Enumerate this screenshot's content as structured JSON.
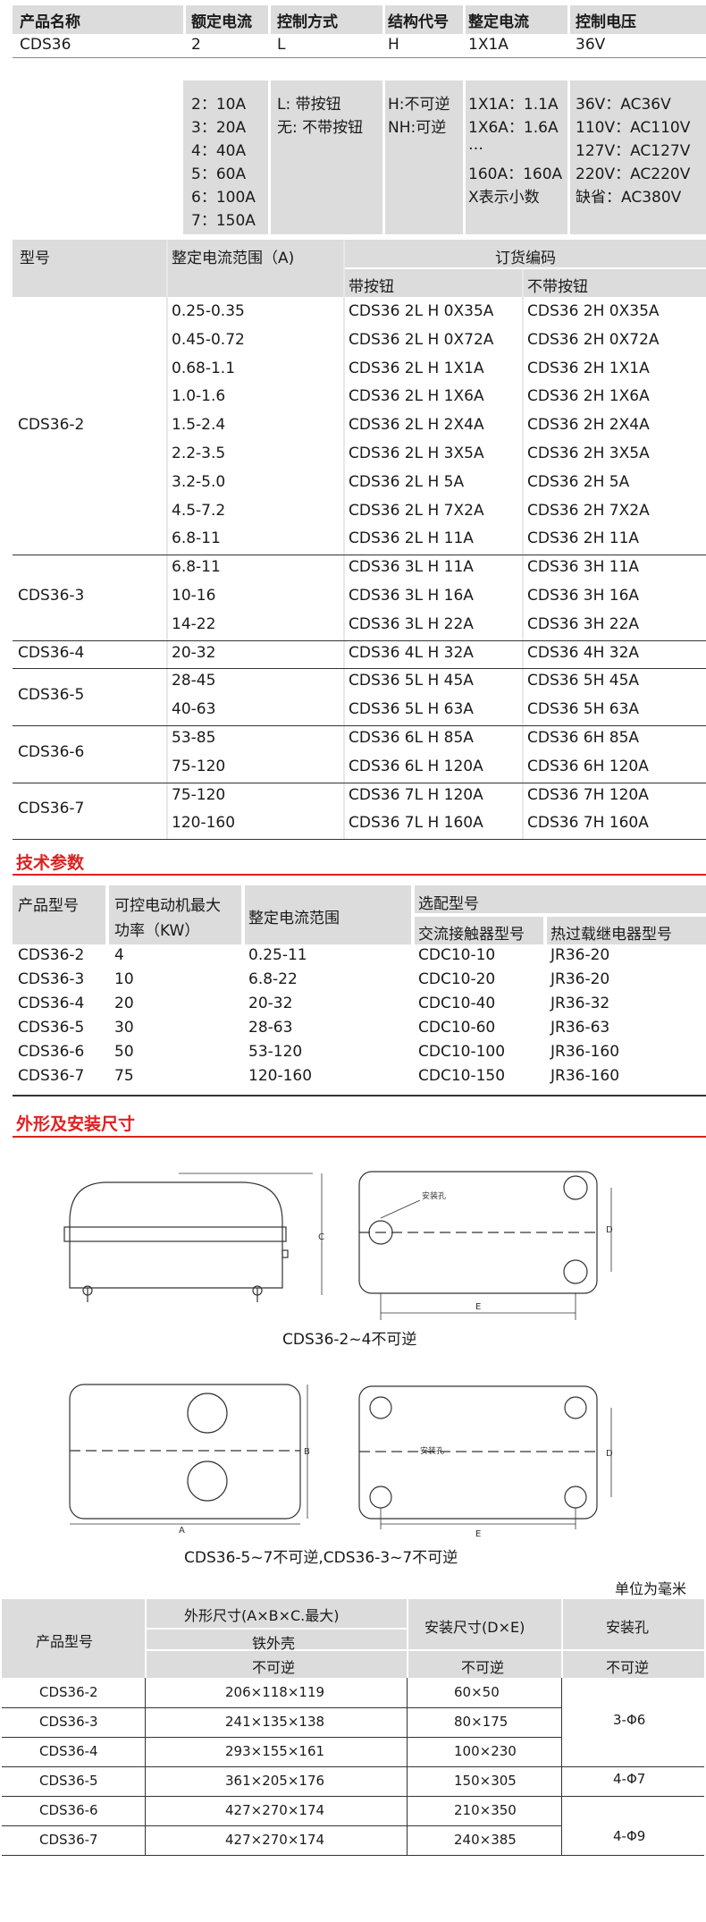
{
  "code_header": {
    "cols": [
      "产品名称",
      "额定电流",
      "控制方式",
      "结构代号",
      "整定电流",
      "控制电压"
    ],
    "example": [
      "CDS36",
      "2",
      "L",
      "H",
      "1X1A",
      "36V"
    ]
  },
  "code_options": {
    "current": [
      "2：10A",
      "3：20A",
      "4：40A",
      "5：60A",
      "6：100A",
      "7：150A"
    ],
    "control": [
      "L: 带按钮",
      "无: 不带按钮"
    ],
    "structure": [
      "H:不可逆",
      "NH:可逆"
    ],
    "setting": [
      "1X1A：1.1A",
      "1X6A：1.6A",
      "…",
      "160A：160A",
      "X表示小数"
    ],
    "voltage": [
      "36V：AC36V",
      "110V：AC110V",
      "127V：AC127V",
      "220V：AC220V",
      "缺省：AC380V"
    ]
  },
  "order_table": {
    "h_model": "型号",
    "h_range": "整定电流范围（A)",
    "h_order": "订货编码",
    "h_with": "带按钮",
    "h_without": "不带按钮",
    "groups": [
      {
        "model": "CDS36-2",
        "rows": [
          [
            "0.25-0.35",
            "CDS36 2L H 0X35A",
            "CDS36 2H 0X35A"
          ],
          [
            "0.45-0.72",
            "CDS36 2L H 0X72A",
            "CDS36 2H 0X72A"
          ],
          [
            "0.68-1.1",
            "CDS36 2L H 1X1A",
            "CDS36 2H 1X1A"
          ],
          [
            "1.0-1.6",
            "CDS36 2L H 1X6A",
            "CDS36 2H 1X6A"
          ],
          [
            "1.5-2.4",
            "CDS36 2L H 2X4A",
            "CDS36 2H 2X4A"
          ],
          [
            "2.2-3.5",
            "CDS36 2L H 3X5A",
            "CDS36 2H 3X5A"
          ],
          [
            "3.2-5.0",
            "CDS36 2L H 5A",
            "CDS36 2H 5A"
          ],
          [
            "4.5-7.2",
            "CDS36 2L H 7X2A",
            "CDS36 2H 7X2A"
          ],
          [
            "6.8-11",
            "CDS36 2L H 11A",
            "CDS36 2H 11A"
          ]
        ]
      },
      {
        "model": "CDS36-3",
        "rows": [
          [
            "6.8-11",
            "CDS36 3L H 11A",
            "CDS36 3H 11A"
          ],
          [
            "10-16",
            "CDS36 3L H 16A",
            "CDS36 3H 16A"
          ],
          [
            "14-22",
            "CDS36 3L H 22A",
            "CDS36 3H 22A"
          ]
        ]
      },
      {
        "model": "CDS36-4",
        "rows": [
          [
            "20-32",
            "CDS36 4L H 32A",
            "CDS36 4H 32A"
          ]
        ]
      },
      {
        "model": "CDS36-5",
        "rows": [
          [
            "28-45",
            "CDS36 5L H 45A",
            "CDS36 5H 45A"
          ],
          [
            "40-63",
            "CDS36 5L H 63A",
            "CDS36 5H 63A"
          ]
        ]
      },
      {
        "model": "CDS36-6",
        "rows": [
          [
            "53-85",
            "CDS36 6L H 85A",
            "CDS36 6H 85A"
          ],
          [
            "75-120",
            "CDS36 6L H 120A",
            "CDS36 6H 120A"
          ]
        ]
      },
      {
        "model": "CDS36-7",
        "rows": [
          [
            "75-120",
            "CDS36 7L H 120A",
            "CDS36 7H 120A"
          ],
          [
            "120-160",
            "CDS36 7L H 160A",
            "CDS36 7H 160A"
          ]
        ]
      }
    ]
  },
  "tech": {
    "title": "技术参数",
    "h_model": "产品型号",
    "h_power_1": "可控电动机最大",
    "h_power_2": "功率（KW）",
    "h_range": "整定电流范围",
    "h_select": "选配型号",
    "h_contactor": "交流接触器型号",
    "h_relay": "热过载继电器型号",
    "rows": [
      [
        "CDS36-2",
        "4",
        "0.25-11",
        "CDC10-10",
        "JR36-20"
      ],
      [
        "CDS36-3",
        "10",
        "6.8-22",
        "CDC10-20",
        "JR36-20"
      ],
      [
        "CDS36-4",
        "20",
        "20-32",
        "CDC10-40",
        "JR36-32"
      ],
      [
        "CDS36-5",
        "30",
        "28-63",
        "CDC10-60",
        "JR36-63"
      ],
      [
        "CDS36-6",
        "50",
        "53-120",
        "CDC10-100",
        "JR36-160"
      ],
      [
        "CDS36-7",
        "75",
        "120-160",
        "CDC10-150",
        "JR36-160"
      ]
    ]
  },
  "dims": {
    "title": "外形及安装尺寸",
    "hole_label": "安装孔",
    "letter_a": "A",
    "letter_b": "B",
    "letter_c": "C",
    "letter_d": "D",
    "letter_e": "E",
    "caption1": "CDS36-2~4不可逆",
    "caption2": "CDS36-5~7不可逆,CDS36-3~7不可逆",
    "unit": "单位为毫米"
  },
  "dim_table": {
    "h_model": "产品型号",
    "h_outline": "外形尺寸(A×B×C.最大)",
    "h_shell": "铁外壳",
    "h_mount": "安装尺寸(D×E)",
    "h_hole": "安装孔",
    "h_irrev": "不可逆",
    "rows": [
      [
        "CDS36-2",
        "206×118×119",
        "60×50"
      ],
      [
        "CDS36-3",
        "241×135×138",
        "80×175"
      ],
      [
        "CDS36-4",
        "293×155×161",
        "100×230"
      ],
      [
        "CDS36-5",
        "361×205×176",
        "150×305"
      ],
      [
        "CDS36-6",
        "427×270×174",
        "210×350"
      ],
      [
        "CDS36-7",
        "427×270×174",
        "240×385"
      ]
    ],
    "hole_values": [
      "3-Φ6",
      "4-Φ7",
      "4-Φ9"
    ]
  }
}
